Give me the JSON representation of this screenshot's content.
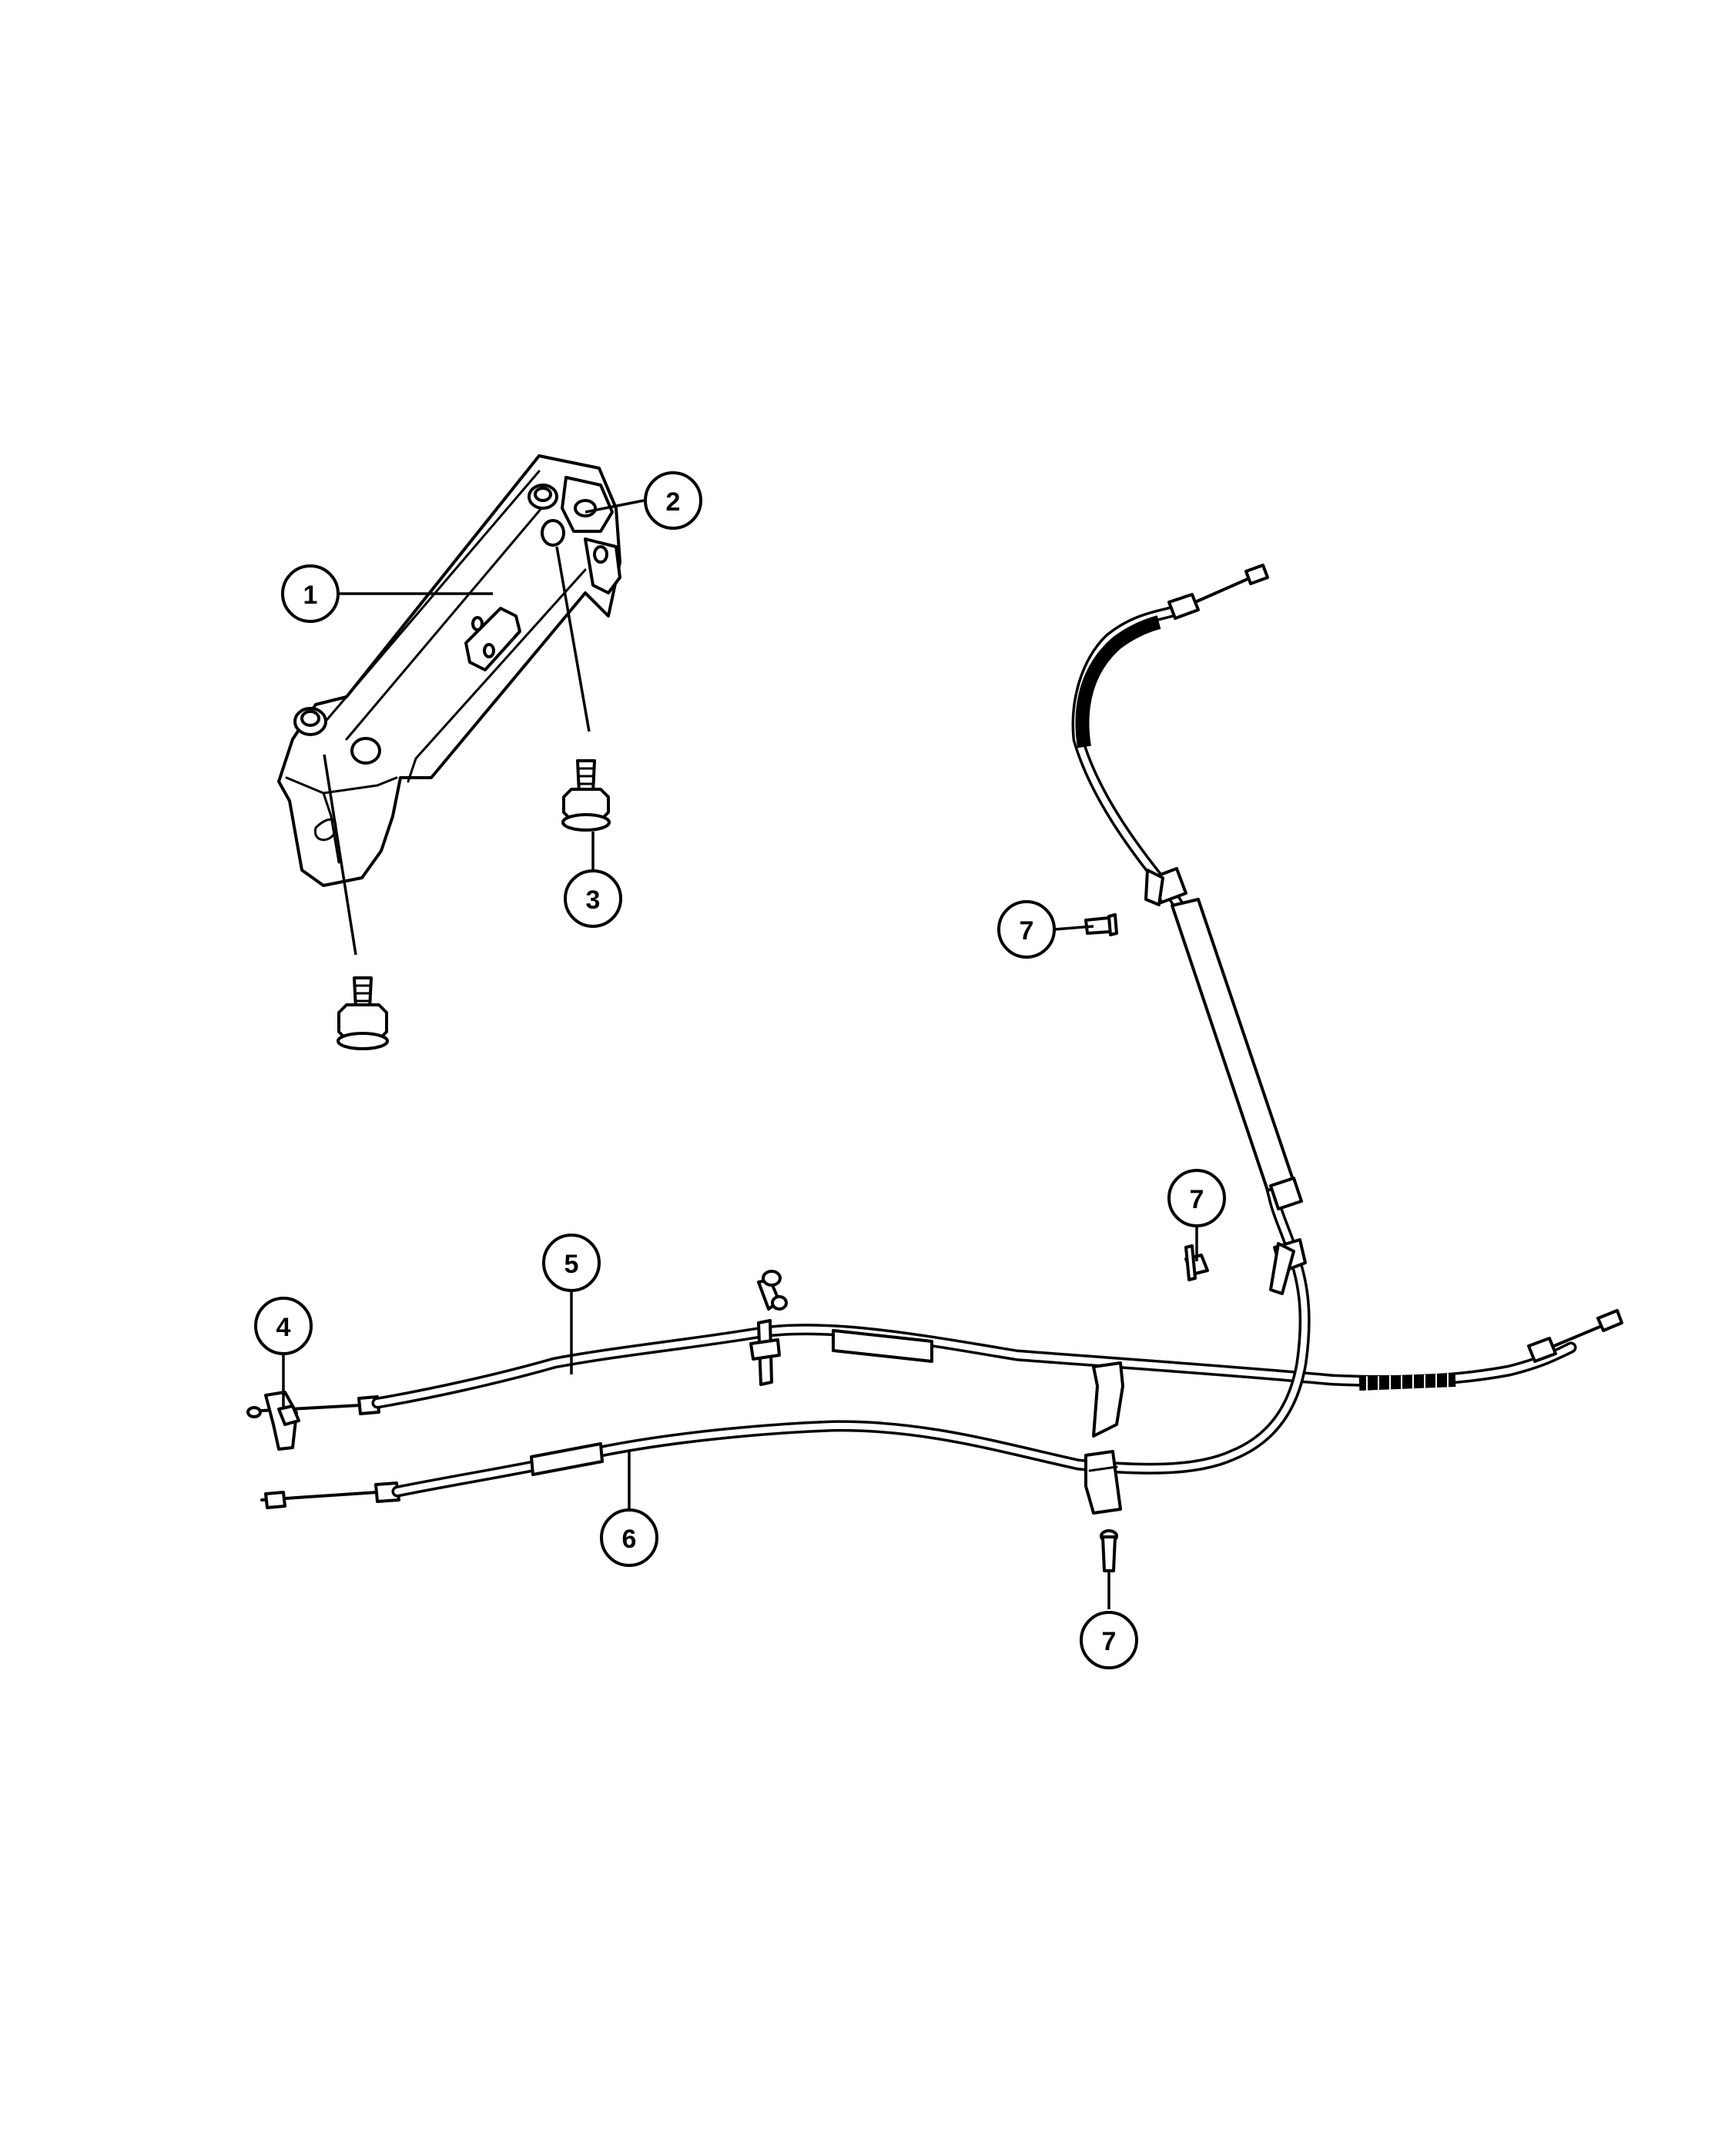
{
  "callouts": [
    {
      "id": "c1",
      "label": "1"
    },
    {
      "id": "c2",
      "label": "2"
    },
    {
      "id": "c3",
      "label": "3"
    },
    {
      "id": "c4",
      "label": "4"
    },
    {
      "id": "c5",
      "label": "5"
    },
    {
      "id": "c6",
      "label": "6"
    },
    {
      "id": "c7a",
      "label": "7"
    },
    {
      "id": "c7b",
      "label": "7"
    },
    {
      "id": "c7c",
      "label": "7"
    }
  ]
}
